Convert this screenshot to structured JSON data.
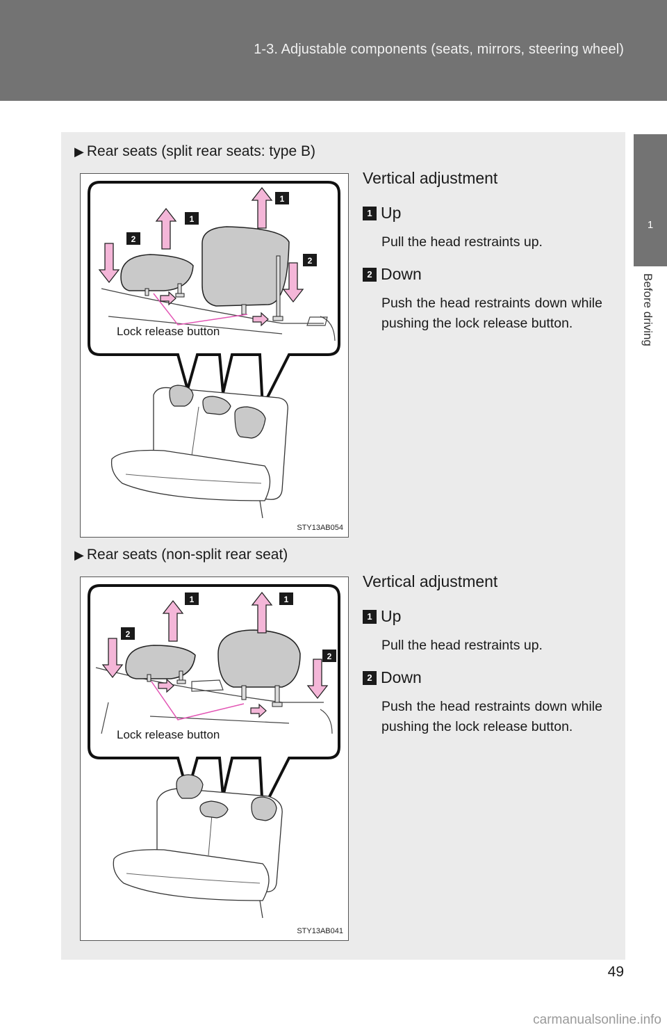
{
  "header": {
    "title": "1-3. Adjustable components (seats, mirrors, steering wheel)"
  },
  "side_tab": {
    "number": "1",
    "label": "Before driving"
  },
  "sections": [
    {
      "title": "Rear seats (split rear seats: type B)",
      "figure": {
        "code": "STY13AB054",
        "lock_label": "Lock release button",
        "badge_up": "1",
        "badge_down": "2"
      },
      "heading": "Vertical adjustment",
      "steps": [
        {
          "num": "1",
          "label": "Up",
          "desc": "Pull the head restraints up."
        },
        {
          "num": "2",
          "label": "Down",
          "desc": "Push the head restraints down while pushing the lock release button."
        }
      ]
    },
    {
      "title": "Rear seats (non-split rear seat)",
      "figure": {
        "code": "STY13AB041",
        "lock_label": "Lock release button",
        "badge_up": "1",
        "badge_down": "2"
      },
      "heading": "Vertical adjustment",
      "steps": [
        {
          "num": "1",
          "label": "Up",
          "desc": "Pull the head restraints up."
        },
        {
          "num": "2",
          "label": "Down",
          "desc": "Push the head restraints down while pushing the lock release button."
        }
      ]
    }
  ],
  "page_number": "49",
  "watermark": "carmanualsonline.info",
  "colors": {
    "header": "#737373",
    "panel": "#ebebeb",
    "arrow_fill": "#f4b6d8",
    "pink_line": "#e255b4",
    "headrest": "#c9c9c9"
  }
}
